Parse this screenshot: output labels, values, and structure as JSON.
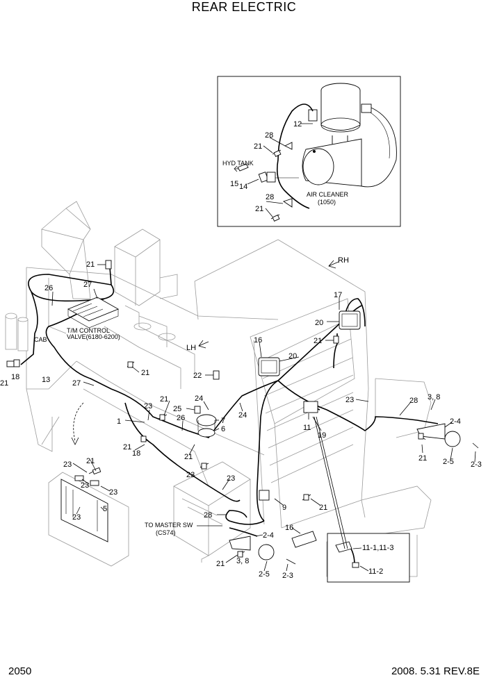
{
  "title": "REAR ELECTRIC",
  "page_number": "2050",
  "revision": "2008. 5.31  REV.8E",
  "callouts": {
    "hyd_tank": "HYD TANK",
    "air_cleaner": "AIR CLEANER",
    "air_cleaner_ref": "(1050)",
    "rh": "RH",
    "lh": "LH",
    "cab": "CAB",
    "tm_control_1": "T/M CONTROL",
    "tm_control_2": "VALVE(6180-6200)",
    "to_master_sw": "TO MASTER SW",
    "to_master_sw_ref": "(CS74)"
  },
  "part_numbers": {
    "p12": "12",
    "p28a": "28",
    "p21a": "21",
    "p15": "15",
    "p14": "14",
    "p28b": "28",
    "p21b": "21",
    "p21c": "21",
    "p26a": "26",
    "p27a": "27",
    "p17": "17",
    "p20a": "20",
    "p16a": "16",
    "p20b": "20",
    "p21d": "21",
    "p21e": "21",
    "p18a": "18",
    "p13": "13",
    "p21f": "21",
    "p22": "22",
    "p27b": "27",
    "p24a": "24",
    "p25": "25",
    "p21g": "21",
    "p23a": "23",
    "p26b": "26",
    "p7": "7",
    "p6": "6",
    "p24b": "24",
    "p1": "1",
    "p21h": "21",
    "p18b": "18",
    "p21i": "21",
    "p11": "11",
    "p19": "19",
    "p23b": "23",
    "p28c": "28",
    "p38a": "3, 8",
    "p24c": "2-4",
    "p21j": "21",
    "p25a": "2-5",
    "p23c": "2-3",
    "p23d": "23",
    "p21k": "21",
    "p23e": "23",
    "p23f": "23",
    "p5": "5",
    "p23g": "23",
    "p23h": "23",
    "p23i": "23",
    "p9": "9",
    "p21l": "21",
    "p28d": "28",
    "p24d": "2-4",
    "p16b": "16",
    "p111": "11-1,11-3",
    "p112": "11-2",
    "p21m": "21",
    "p38b": "3, 8",
    "p25b": "2-5",
    "p23j": "2-3"
  }
}
